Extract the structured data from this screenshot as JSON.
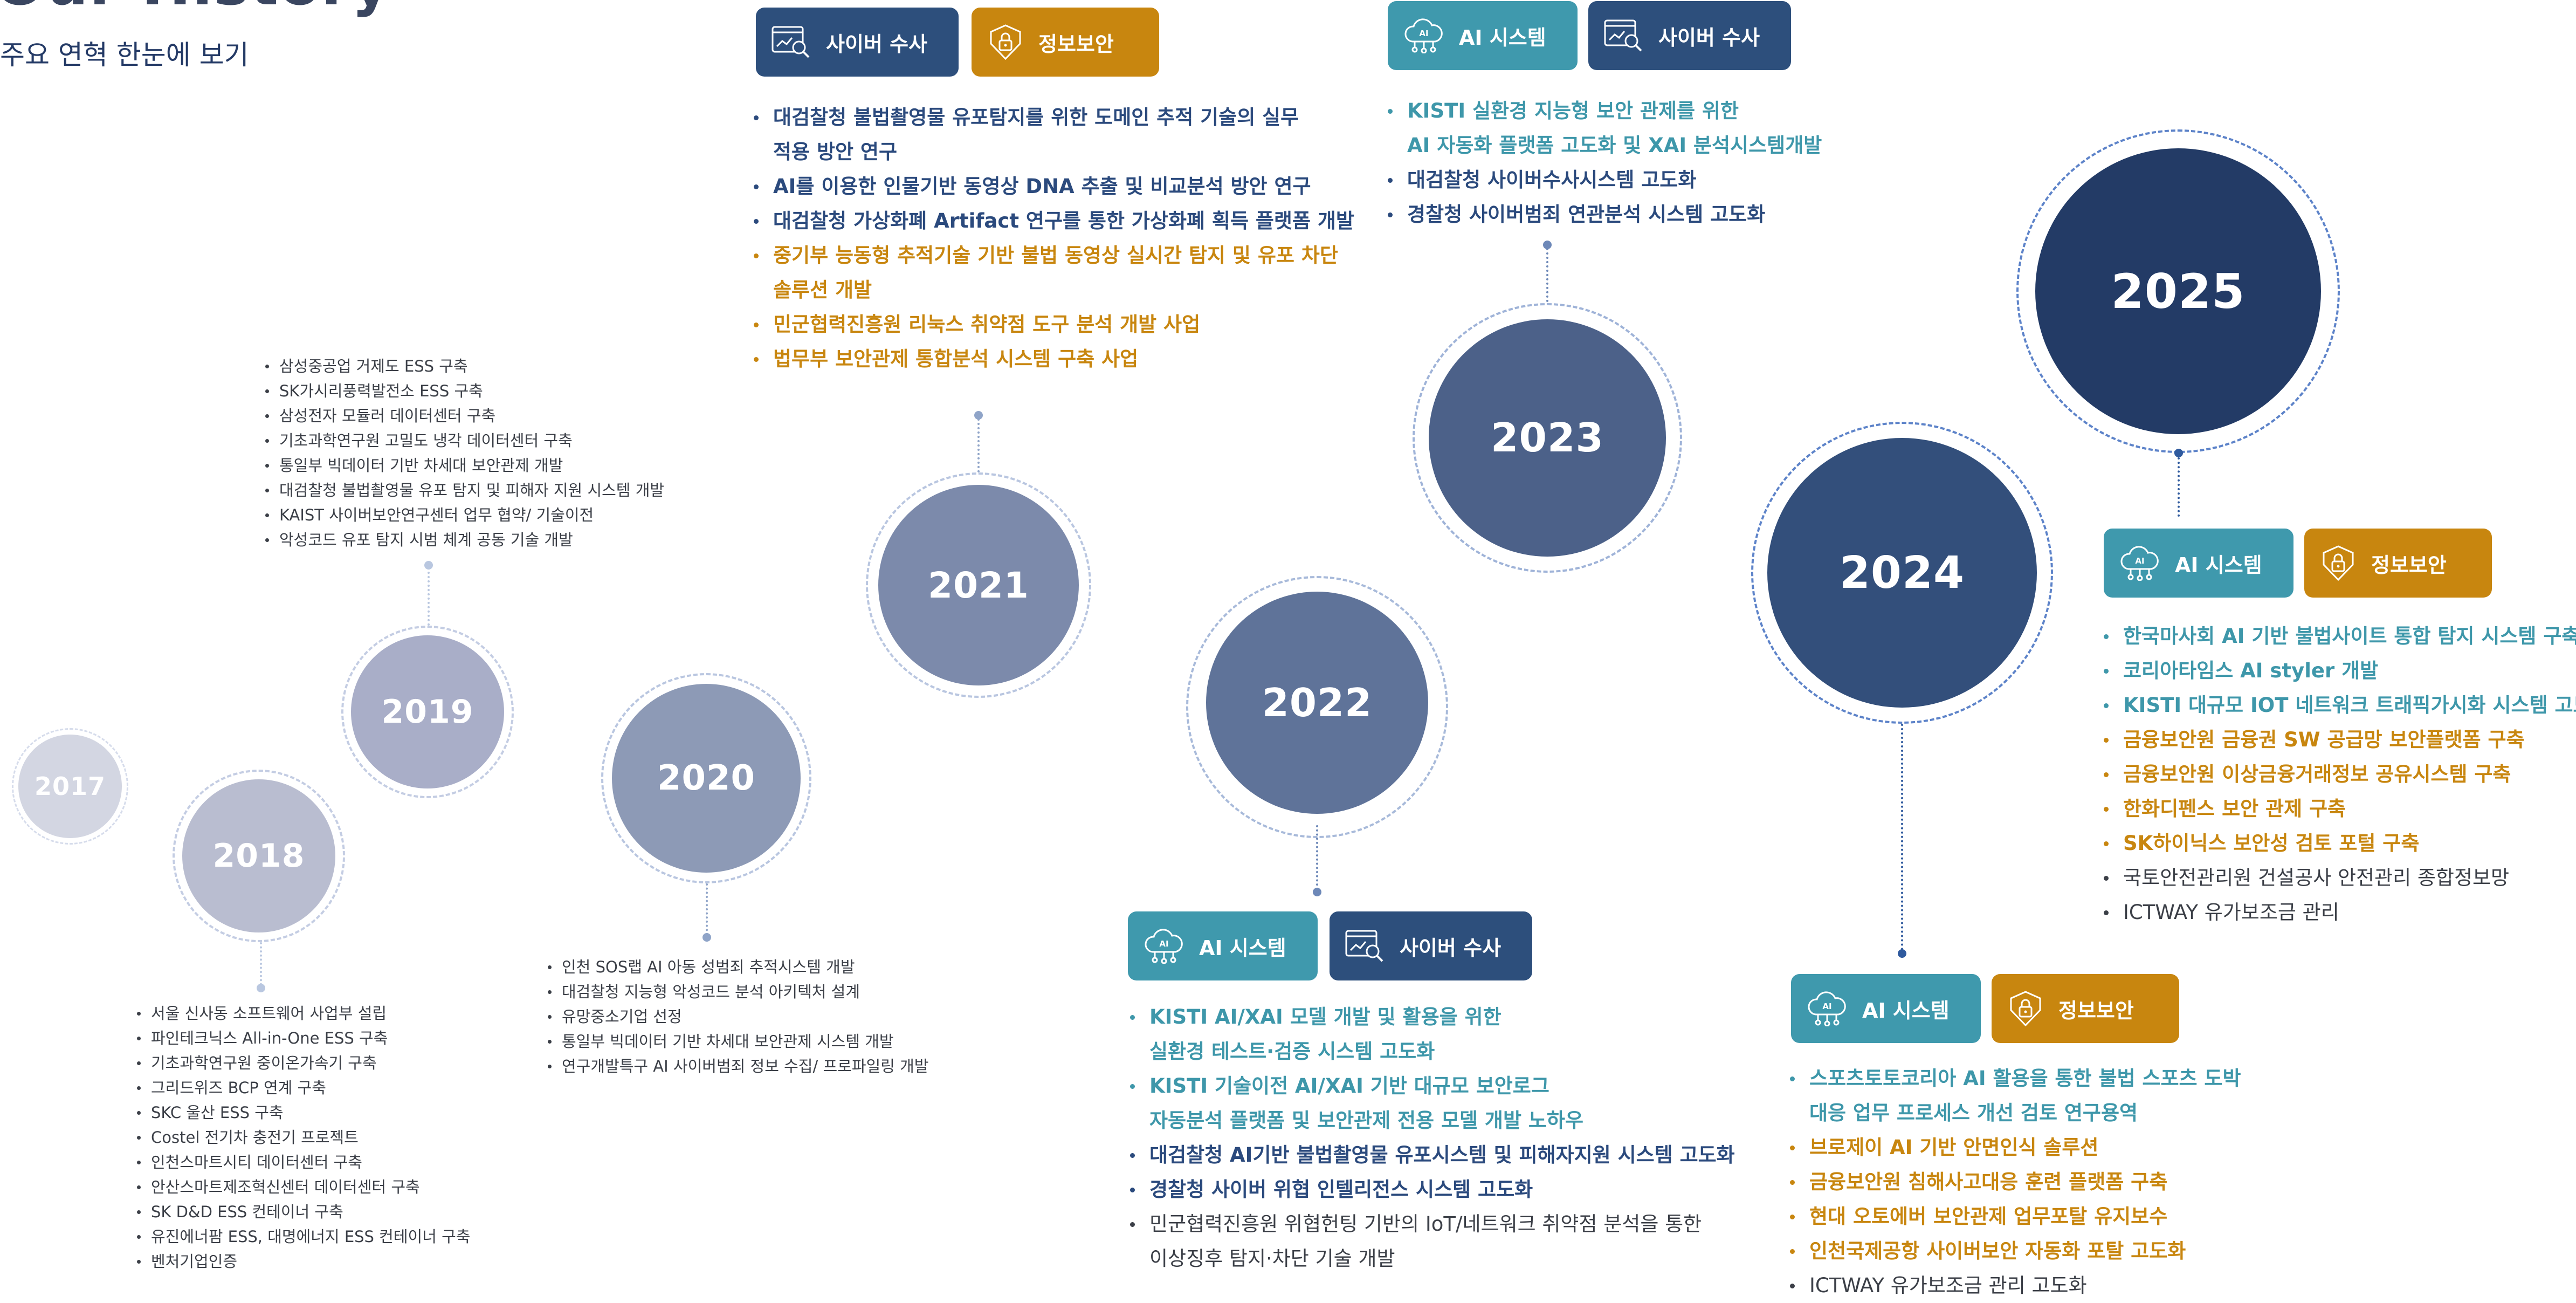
{
  "header": {
    "title": "Our History",
    "subtitle": "주요 연혁 한눈에 보기"
  },
  "colors": {
    "cyber_tag": "#2d4f7c",
    "ai_tag": "#3f99ad",
    "security_tag": "#c8860f",
    "ring_dash": "#9bb3d9"
  },
  "tag_labels": {
    "cyber": "사이버 수사",
    "ai": "AI 시스템",
    "security": "정보보안"
  },
  "icons": {
    "cyber": "magnifier-chart-icon",
    "ai": "ai-cloud-icon",
    "security": "lock-shield-icon"
  },
  "years": {
    "y2017": "2017",
    "y2018": "2018",
    "y2019": "2019",
    "y2020": "2020",
    "y2021": "2021",
    "y2022": "2022",
    "y2023": "2023",
    "y2024": "2024",
    "y2025": "2025"
  },
  "items_2018": [
    "서울 신사동 소프트웨어 사업부 설립",
    "파인테크닉스 All-in-One ESS 구축",
    "기초과학연구원 중이온가속기 구축",
    "그리드위즈 BCP 연계 구축",
    "SKC 울산 ESS 구축",
    "Costel 전기차 충전기 프로젝트",
    "인천스마트시티 데이터센터 구축",
    "안산스마트제조혁신센터 데이터센터 구축",
    "SK D&D ESS 컨테이너 구축",
    "유진에너팜 ESS, 대명에너지 ESS 컨테이너 구축",
    "벤처기업인증"
  ],
  "items_2019": [
    "삼성중공업 거제도 ESS 구축",
    "SK가시리풍력발전소 ESS 구축",
    "삼성전자 모듈러 데이터센터 구축",
    "기초과학연구원 고밀도 냉각 데이터센터 구축",
    "통일부 빅데이터 기반 차세대 보안관제 개발",
    "대검찰청 불법촬영물 유포 탐지 및 피해자 지원 시스템 개발",
    "KAIST 사이버보안연구센터 업무 협약/ 기술이전",
    "악성코드 유포 탐지 시범 체계 공동 기술 개발"
  ],
  "items_2020": [
    "인천 SOS랩 AI 아동 성범죄 추적시스템 개발",
    "대검찰청 지능형 악성코드 분석 아키텍처 설계",
    "유망중소기업 선정",
    "통일부 빅데이터 기반 차세대 보안관제 시스템 개발",
    "연구개발특구 AI 사이버범죄 정보 수집/ 프로파일링 개발"
  ],
  "items_2021": [
    "대검찰청 불법촬영물 유포탐지를 위한 도메인 추적 기술의 실무",
    "적용 방안 연구",
    "AI를 이용한 인물기반 동영상 DNA 추출 및 비교분석 방안 연구",
    "대검찰청 가상화폐 Artifact 연구를 통한 가상화폐 획득  플랫폼 개발",
    "중기부 능동형 추적기술 기반  불법 동영상 실시간 탐지 및 유포 차단",
    "솔루션 개발",
    "민군협력진흥원 리눅스 취약점 도구 분석 개발 사업",
    "법무부 보안관제 통합분석 시스템 구축 사업"
  ],
  "items_2022": [
    "KISTI AI/XAI 모델 개발 및 활용을 위한",
    "실환경 테스트·검증 시스템 고도화",
    "KISTI 기술이전 AI/XAI 기반 대규모 보안로그",
    "자동분석 플랫폼 및 보안관제 전용 모델 개발 노하우",
    "대검찰청 AI기반 불법촬영물 유포시스템 및 피해자지원 시스템 고도화",
    "경찰청 사이버 위협 인텔리전스 시스템 고도화",
    "민군협력진흥원 위협헌팅 기반의 IoT/네트워크 취약점 분석을 통한",
    "이상징후 탐지·차단 기술 개발"
  ],
  "items_2023": [
    "KISTI 실환경 지능형 보안 관제를 위한",
    "AI 자동화 플랫폼 고도화 및 XAI 분석시스템개발",
    "대검찰청 사이버수사시스템 고도화",
    "경찰청 사이버범죄 연관분석 시스템 고도화"
  ],
  "items_2024": [
    "스포츠토토코리아 AI 활용을 통한 불법 스포츠 도박",
    "대응 업무 프로세스 개선 검토 연구용역",
    "브로제이 AI 기반 안면인식 솔루션",
    "금융보안원 침해사고대응 훈련 플랫폼 구축",
    "현대 오토에버 보안관제 업무포탈 유지보수",
    "인천국제공항 사이버보안 자동화 포탈 고도화",
    "ICTWAY 유가보조금 관리 고도화"
  ],
  "items_2025": [
    "한국마사회 AI 기반 불법사이트 통합 탐지 시스템 구축",
    "코리아타임스 AI styler 개발",
    "KISTI 대규모 IOT 네트워크 트래픽가시화 시스템 고도화",
    "금융보안원 금융권 SW 공급망 보안플랫폼 구축",
    "금융보안원 이상금융거래정보 공유시스템 구축",
    "한화디펜스 보안 관제 구축",
    "SK하이닉스 보안성 검토 포털 구축",
    "국토안전관리원 건설공사 안전관리 종합정보망",
    "ICTWAY 유가보조금 관리"
  ]
}
